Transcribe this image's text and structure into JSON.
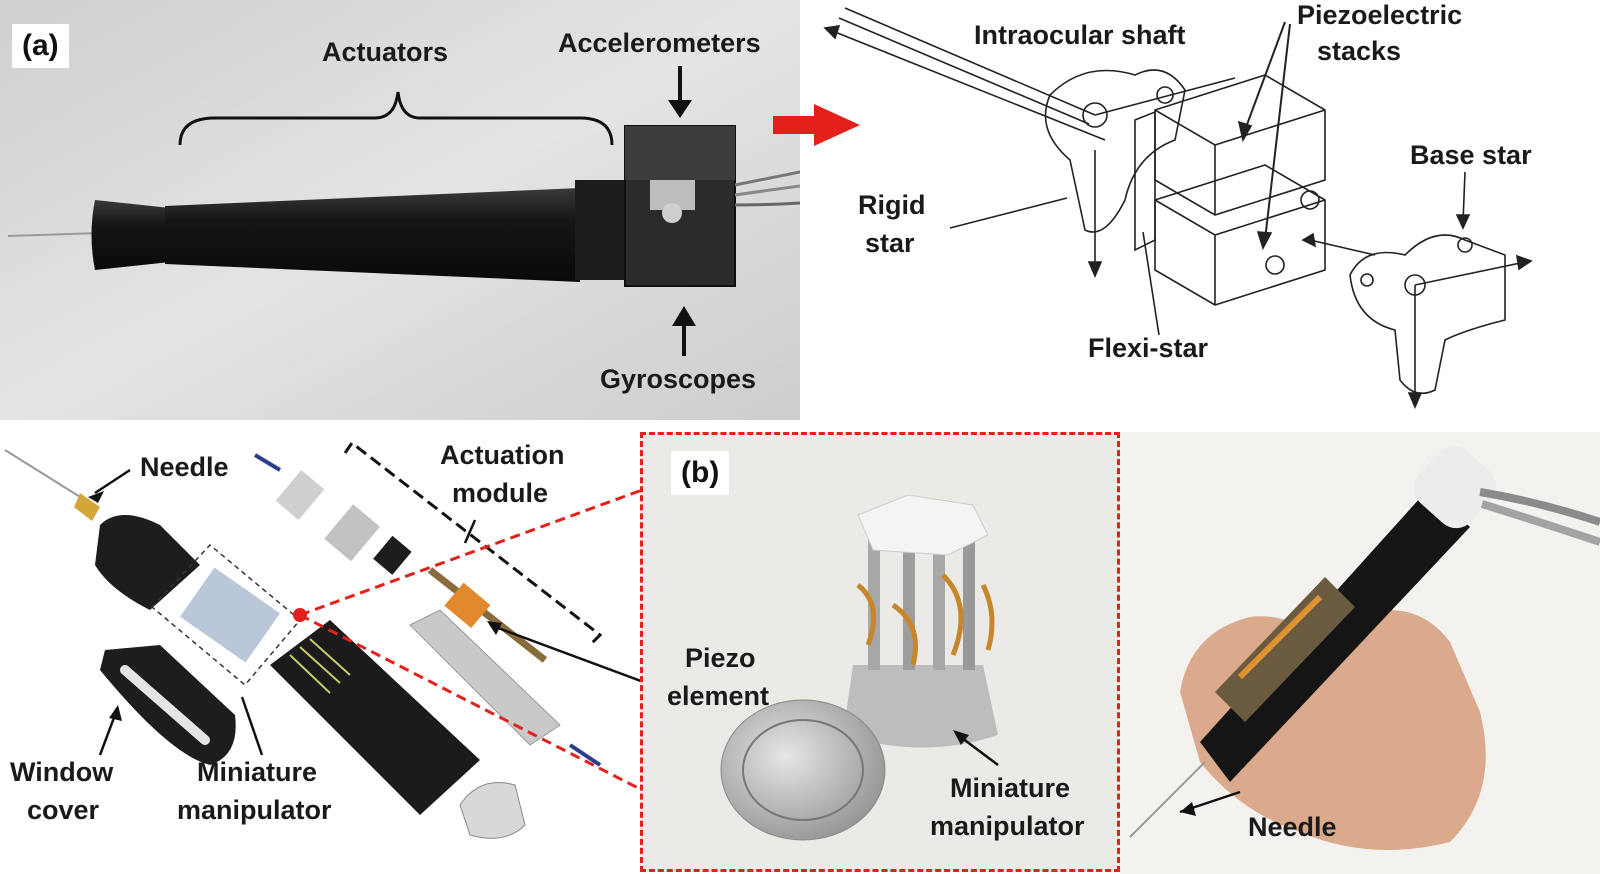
{
  "panel_a": {
    "tag": "(a)",
    "photo_labels": {
      "actuators": "Actuators",
      "accelerometers": "Accelerometers",
      "gyroscopes": "Gyroscopes"
    },
    "schematic_labels": {
      "intraocular_shaft": "Intraocular shaft",
      "piezoelectric_stacks_line1": "Piezoelectric",
      "piezoelectric_stacks_line2": "stacks",
      "rigid_star_line1": "Rigid",
      "rigid_star_line2": "star",
      "flexi_star": "Flexi-star",
      "base_star": "Base star"
    }
  },
  "panel_b": {
    "tag": "(b)",
    "exploded_labels": {
      "needle": "Needle",
      "actuation_module_line1": "Actuation",
      "actuation_module_line2": "module",
      "piezo_element_line1": "Piezo",
      "piezo_element_line2": "element",
      "window_cover_line1": "Window",
      "window_cover_line2": "cover",
      "miniature_manipulator_line1": "Miniature",
      "miniature_manipulator_line2": "manipulator"
    },
    "inset_labels": {
      "miniature_manipulator_line1": "Miniature",
      "miniature_manipulator_line2": "manipulator"
    },
    "handheld_labels": {
      "needle": "Needle"
    }
  },
  "colors": {
    "highlight_red": "#e3201b",
    "device_black": "#1b1b1b",
    "copper": "#c8862a",
    "inset_background": "#eceae6"
  }
}
